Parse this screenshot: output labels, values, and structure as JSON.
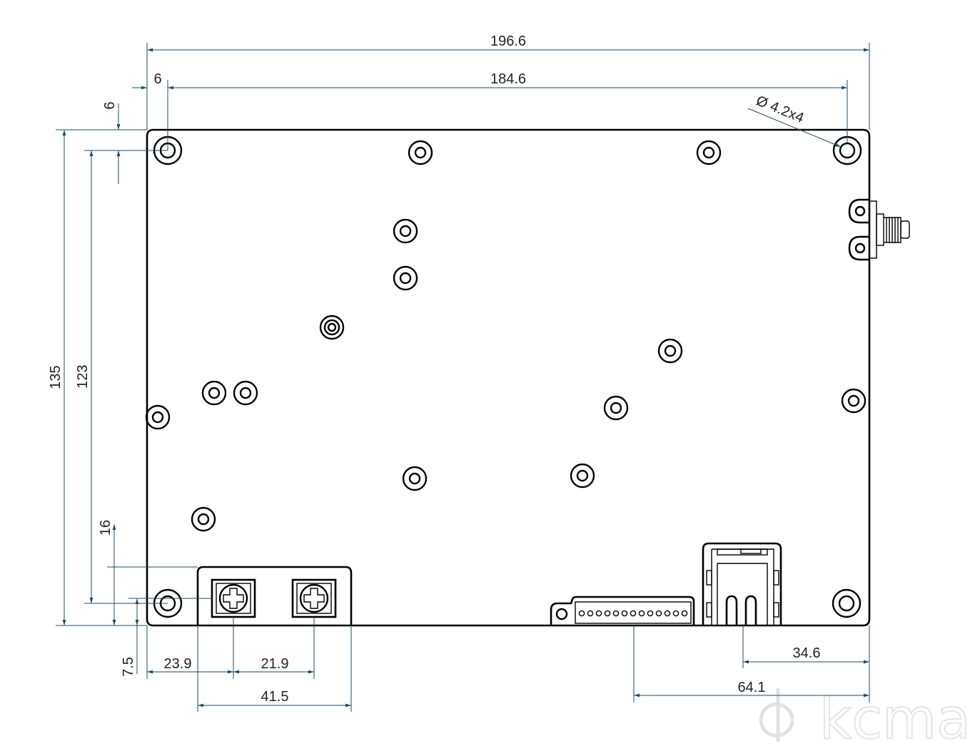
{
  "drawing": {
    "overall_width": "196.6",
    "hole_span": "184.6",
    "hole_offset_left": "6",
    "hole_offset_top": "6",
    "hole_callout": "Ø 4.2x4",
    "overall_height": "135",
    "hole_span_vertical": "123",
    "terminal_height": "16",
    "terminal_offset_bottom": "7.5",
    "terminal1_x": "23.9",
    "terminal_pitch": "21.9",
    "terminal_block_width": "41.5",
    "rj45_offset_right": "34.6",
    "header_offset_right": "64.1"
  },
  "watermark": "kcma",
  "colors": {
    "dimension": "#1f4a66",
    "outline": "#000000",
    "watermark": "#e4e4e4"
  }
}
